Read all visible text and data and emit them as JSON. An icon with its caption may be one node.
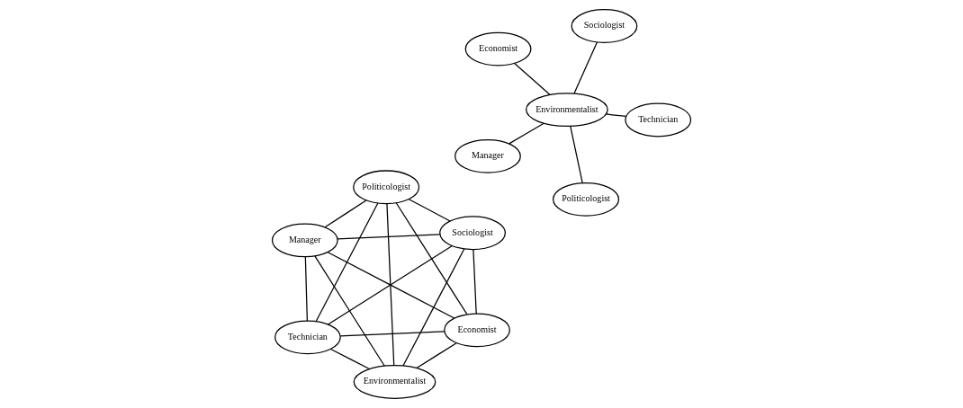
{
  "diagram": {
    "nodes": [
      {
        "text": [
          "Economist"
        ]
      },
      {
        "text": [
          "Technician"
        ]
      },
      {
        "text": [
          "Politicologist"
        ]
      },
      {
        "text": [
          "Environmentalist"
        ]
      },
      {
        "text": [
          "Sociologist"
        ]
      },
      {
        "text": [
          "Manager"
        ]
      },
      {
        "text": [
          "Technician"
        ]
      },
      {
        "text": [
          "Economist"
        ]
      },
      {
        "text": [
          "Environmentalist"
        ]
      },
      {
        "text": [
          "Politicologist"
        ]
      },
      {
        "text": [
          "Sociologist"
        ]
      },
      {
        "text": [
          "Manager"
        ]
      }
    ],
    "edges": [
      {
        "from": 0,
        "to": 3,
        "arrow": "none"
      },
      {
        "from": 1,
        "to": 3,
        "arrow": "none"
      },
      {
        "from": 2,
        "to": 3,
        "arrow": "none"
      },
      {
        "from": 3,
        "to": 4,
        "arrow": "none"
      },
      {
        "from": 3,
        "to": 5,
        "arrow": "none"
      },
      {
        "from": 6,
        "to": 7,
        "arrow": "none"
      },
      {
        "from": 6,
        "to": 8,
        "arrow": "none"
      },
      {
        "from": 6,
        "to": 9,
        "arrow": "none"
      },
      {
        "from": 6,
        "to": 10,
        "arrow": "none"
      },
      {
        "from": 6,
        "to": 11,
        "arrow": "none"
      },
      {
        "from": 7,
        "to": 8,
        "arrow": "none"
      },
      {
        "from": 7,
        "to": 9,
        "arrow": "none"
      },
      {
        "from": 7,
        "to": 10,
        "arrow": "none"
      },
      {
        "from": 7,
        "to": 11,
        "arrow": "none"
      },
      {
        "from": 8,
        "to": 9,
        "arrow": "none"
      },
      {
        "from": 8,
        "to": 10,
        "arrow": "none"
      },
      {
        "from": 8,
        "to": 11,
        "arrow": "none"
      },
      {
        "from": 9,
        "to": 10,
        "arrow": "none"
      },
      {
        "from": 9,
        "to": 11,
        "arrow": "none"
      },
      {
        "from": 10,
        "to": 11,
        "arrow": "none"
      }
    ]
  }
}
